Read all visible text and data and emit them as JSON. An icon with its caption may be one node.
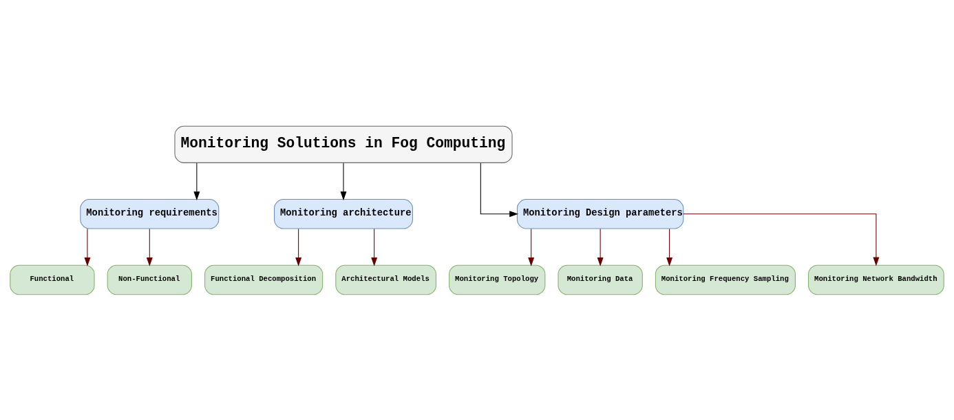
{
  "diagram": {
    "nodes": [
      {
        "text": [
          "Monitoring Solutions in Fog Computing"
        ]
      },
      {
        "text": [
          "Monitoring requirements"
        ]
      },
      {
        "text": [
          "Monitoring architecture"
        ]
      },
      {
        "text": [
          "Monitoring Design parameters"
        ]
      },
      {
        "text": [
          "Functional"
        ]
      },
      {
        "text": [
          "Non-Functional"
        ]
      },
      {
        "text": [
          "Functional Decomposition"
        ]
      },
      {
        "text": [
          "Architectural Models"
        ]
      },
      {
        "text": [
          "Monitoring Topology"
        ]
      },
      {
        "text": [
          "Monitoring Data"
        ]
      },
      {
        "text": [
          "Monitoring Frequency Sampling"
        ]
      },
      {
        "text": [
          "Monitoring Network Bandwidth"
        ]
      }
    ],
    "edges": [
      {
        "from": 0,
        "to": 1,
        "arrow": "to",
        "color": "#000000"
      },
      {
        "from": 0,
        "to": 2,
        "arrow": "to",
        "color": "#000000"
      },
      {
        "from": 0,
        "to": 3,
        "arrow": "to",
        "color": "#000000"
      },
      {
        "from": 1,
        "to": 4,
        "arrow": "to"
      },
      {
        "from": 1,
        "to": 5,
        "arrow": "to"
      },
      {
        "from": 2,
        "to": 6,
        "arrow": "to"
      },
      {
        "from": 2,
        "to": 7,
        "arrow": "to"
      },
      {
        "from": 3,
        "to": 8,
        "arrow": "to"
      },
      {
        "from": 3,
        "to": 9,
        "arrow": "to"
      },
      {
        "from": 3,
        "to": 10,
        "arrow": "to"
      },
      {
        "from": 3,
        "to": 11,
        "arrow": "to"
      }
    ]
  }
}
